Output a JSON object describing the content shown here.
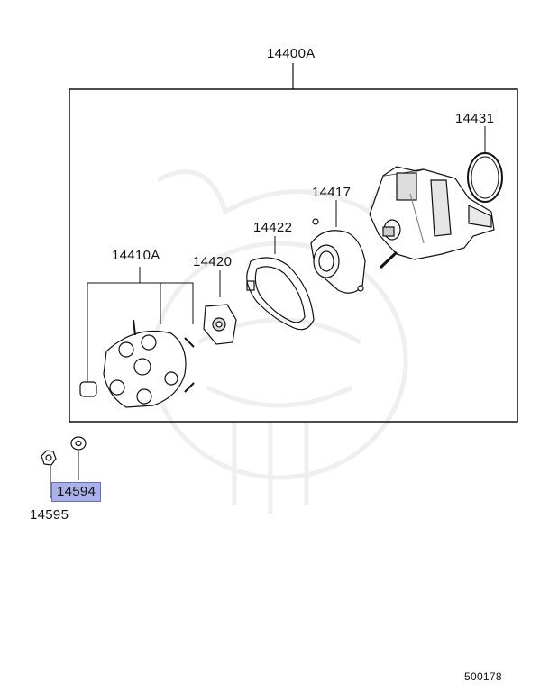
{
  "assembly": {
    "part_number": "14400A"
  },
  "parts": {
    "seal_ring": "14431",
    "housing_seal": "14417",
    "gasket": "14422",
    "cap_rotor_set": "14410A",
    "rotor": "14420",
    "washer": "14594",
    "nut": "14595"
  },
  "highlight": {
    "part": "14594",
    "color": "#aab0e8"
  },
  "diagram_ref": "500178"
}
